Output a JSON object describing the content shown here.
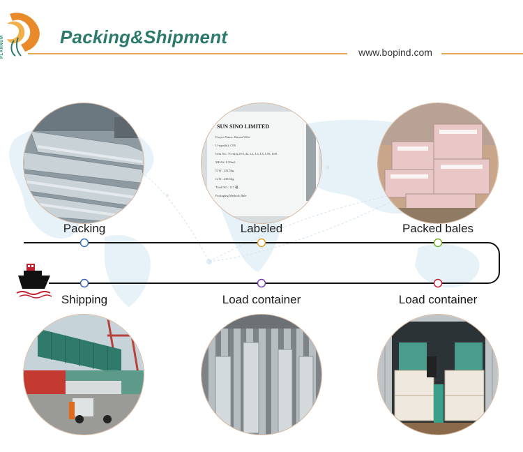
{
  "header": {
    "title": "Packing&Shipment",
    "website": "www.bopind.com",
    "logo_text": "PLANNUM"
  },
  "stages": [
    {
      "label": "Packing",
      "dot_color": "#3a6fb0"
    },
    {
      "label": "Labeled",
      "dot_color": "#e0a020"
    },
    {
      "label": "Packed bales",
      "dot_color": "#7ab030"
    },
    {
      "label": "Shipping",
      "dot_color": "#3a5fb0"
    },
    {
      "label": "Load container",
      "dot_color": "#7a3ab0"
    },
    {
      "label": "Load container",
      "dot_color": "#c02030"
    }
  ],
  "label_photo": {
    "company": "SUN SINO LIMITED",
    "lines": [
      "Project Name: Russia Villa",
      "U-type(hi): C90",
      "Item No.: F1-6(4),29-1,42, L2, L3, L5, L59, L80",
      "MEAS: 0.59m3",
      "N.W.: 232.5kg",
      "G.W.: 238.5kg",
      "Total NO.: 117 箱",
      "Packaging Method: Bale"
    ]
  },
  "colors": {
    "accent": "#e3a64e",
    "title": "#2c7a6c",
    "map": "#e6f1f7",
    "track": "#111111"
  }
}
